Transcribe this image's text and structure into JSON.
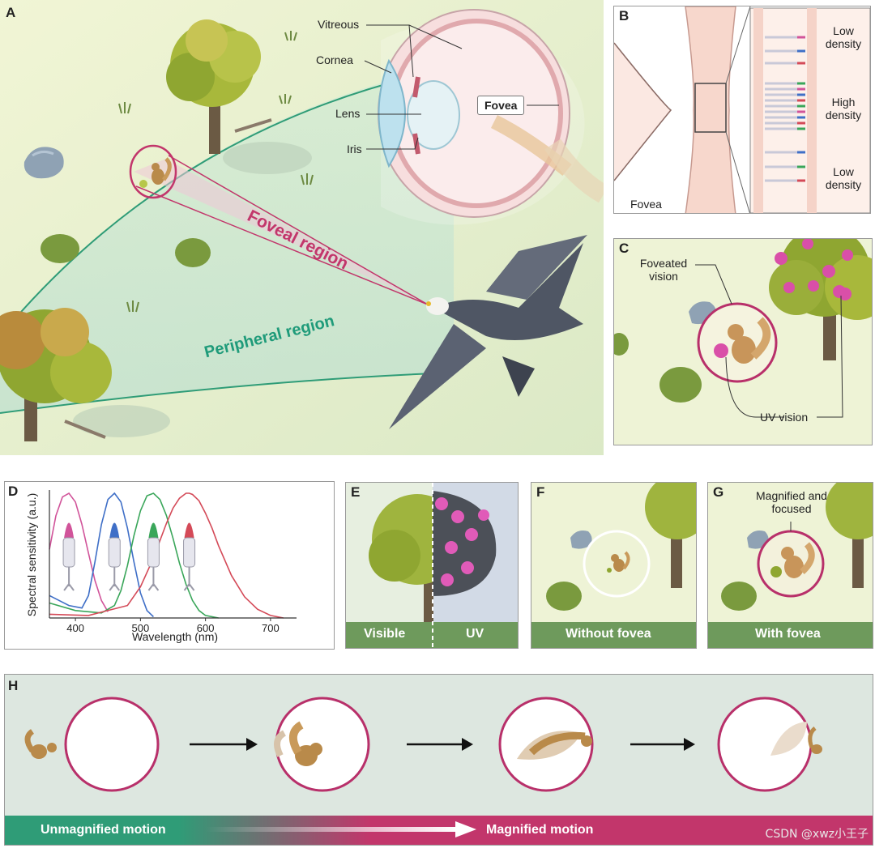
{
  "panels": {
    "a": {
      "label": "A",
      "vitreous": "Vitreous",
      "cornea": "Cornea",
      "lens": "Lens",
      "iris": "Iris",
      "fovea": "Fovea",
      "foveal_region": "Foveal region",
      "peripheral_region": "Peripheral region"
    },
    "b": {
      "label": "B",
      "fovea": "Fovea",
      "low_density_1": "Low density",
      "high_density": "High density",
      "low_density_2": "Low density"
    },
    "c": {
      "label": "C",
      "foveated_vision": "Foveated vision",
      "uv_vision": "UV vision"
    },
    "d": {
      "label": "D"
    },
    "e": {
      "label": "E",
      "visible": "Visible",
      "uv": "UV"
    },
    "f": {
      "label": "F",
      "without_fovea": "Without fovea"
    },
    "g": {
      "label": "G",
      "magnified_focused": "Magnified and focused",
      "with_fovea": "With fovea"
    },
    "h": {
      "label": "H",
      "unmagnified_motion": "Unmagnified motion",
      "magnified_motion": "Magnified motion"
    }
  },
  "watermark": "CSDN @xwz小王子",
  "colors": {
    "foveal": "#c2366b",
    "peripheral": "#1f9b7a",
    "grass_bar": "#6e9a5c",
    "uv_fruit": "#d94fa8"
  },
  "chart_data": {
    "type": "line",
    "title": "",
    "xlabel": "Wavelength (nm)",
    "ylabel": "Spectral sensitivity (a.u.)",
    "xlim": [
      360,
      740
    ],
    "ylim": [
      0,
      1
    ],
    "xticks": [
      400,
      500,
      600,
      700
    ],
    "series": [
      {
        "color": "#d1549a",
        "peak": 390,
        "x": [
          360,
          370,
          380,
          390,
          400,
          410,
          420,
          430,
          440,
          450
        ],
        "y": [
          0.55,
          0.82,
          0.97,
          1.0,
          0.93,
          0.75,
          0.52,
          0.3,
          0.14,
          0.05
        ]
      },
      {
        "color": "#3f6fc7",
        "peak": 460,
        "x": [
          360,
          390,
          410,
          420,
          430,
          440,
          450,
          460,
          470,
          480,
          490,
          500,
          510,
          520
        ],
        "y": [
          0.18,
          0.1,
          0.08,
          0.18,
          0.45,
          0.75,
          0.95,
          1.0,
          0.93,
          0.72,
          0.45,
          0.2,
          0.06,
          0.01
        ]
      },
      {
        "color": "#3aa65a",
        "peak": 520,
        "x": [
          360,
          400,
          440,
          460,
          470,
          480,
          490,
          500,
          510,
          520,
          530,
          540,
          550,
          560,
          570,
          580,
          590,
          600,
          620
        ],
        "y": [
          0.12,
          0.06,
          0.04,
          0.1,
          0.22,
          0.42,
          0.66,
          0.86,
          0.98,
          1.0,
          0.95,
          0.82,
          0.64,
          0.44,
          0.27,
          0.14,
          0.06,
          0.02,
          0.0
        ]
      },
      {
        "color": "#d44a58",
        "peak": 575,
        "x": [
          360,
          420,
          480,
          500,
          520,
          530,
          540,
          550,
          560,
          570,
          575,
          580,
          590,
          600,
          610,
          620,
          640,
          660,
          680,
          700,
          720
        ],
        "y": [
          0.03,
          0.02,
          0.1,
          0.25,
          0.48,
          0.62,
          0.76,
          0.88,
          0.96,
          1.0,
          1.0,
          0.99,
          0.94,
          0.84,
          0.72,
          0.58,
          0.34,
          0.17,
          0.07,
          0.02,
          0.0
        ]
      }
    ]
  }
}
